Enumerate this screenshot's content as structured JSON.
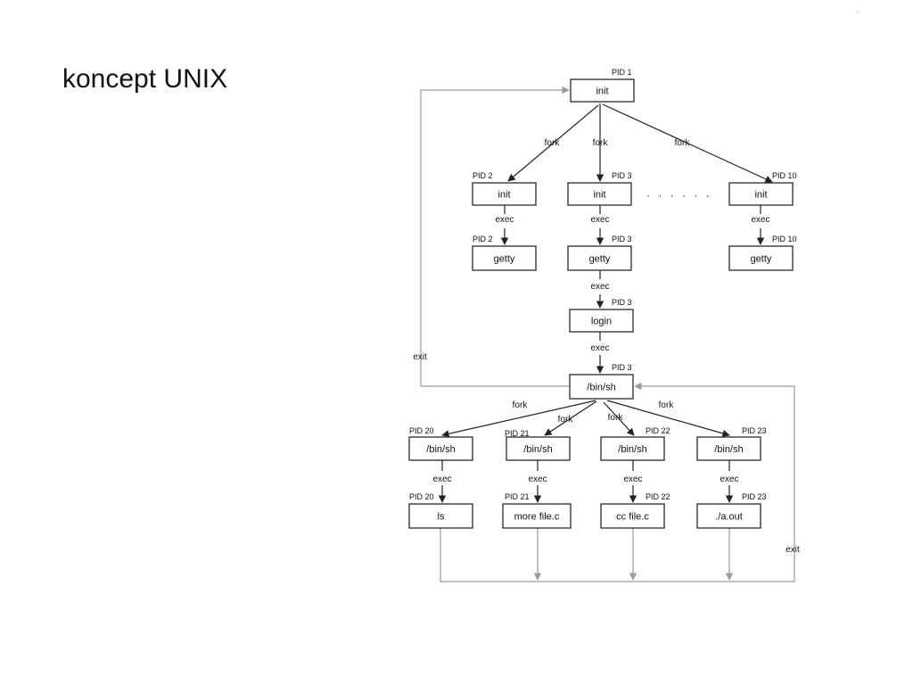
{
  "slide": {
    "title": "koncept UNIX",
    "corner_mark": "-"
  },
  "diagram": {
    "nodes": [
      {
        "id": "init-1",
        "label": "init",
        "pid": "PID 1"
      },
      {
        "id": "init-2",
        "label": "init",
        "pid": "PID 2"
      },
      {
        "id": "init-3",
        "label": "init",
        "pid": "PID 3"
      },
      {
        "id": "init-10",
        "label": "init",
        "pid": "PID 10"
      },
      {
        "id": "getty-2",
        "label": "getty",
        "pid": "PID 2"
      },
      {
        "id": "getty-3",
        "label": "getty",
        "pid": "PID 3"
      },
      {
        "id": "getty-10",
        "label": "getty",
        "pid": "PID 10"
      },
      {
        "id": "login-3",
        "label": "login",
        "pid": "PID 3"
      },
      {
        "id": "sh-3",
        "label": "/bin/sh",
        "pid": "PID 3"
      },
      {
        "id": "sh-20",
        "label": "/bin/sh",
        "pid": "PID 20"
      },
      {
        "id": "sh-21",
        "label": "/bin/sh",
        "pid": "PID 21"
      },
      {
        "id": "sh-22",
        "label": "/bin/sh",
        "pid": "PID 22"
      },
      {
        "id": "sh-23",
        "label": "/bin/sh",
        "pid": "PID 23"
      },
      {
        "id": "ls-20",
        "label": "ls",
        "pid": "PID 20"
      },
      {
        "id": "more-21",
        "label": "more file.c",
        "pid": "PID 21"
      },
      {
        "id": "cc-22",
        "label": "cc file.c",
        "pid": "PID 22"
      },
      {
        "id": "aout-23",
        "label": "./a.out",
        "pid": "PID 23"
      }
    ],
    "edges": [
      {
        "id": "fork-init-2",
        "label": "fork"
      },
      {
        "id": "fork-init-3",
        "label": "fork"
      },
      {
        "id": "fork-init-10",
        "label": "fork"
      },
      {
        "id": "exec-2",
        "label": "exec"
      },
      {
        "id": "exec-3a",
        "label": "exec"
      },
      {
        "id": "exec-10",
        "label": "exec"
      },
      {
        "id": "exec-3b",
        "label": "exec"
      },
      {
        "id": "exec-3c",
        "label": "exec"
      },
      {
        "id": "fork-sh-20",
        "label": "fork"
      },
      {
        "id": "fork-sh-21",
        "label": "fork"
      },
      {
        "id": "fork-sh-22",
        "label": "fork"
      },
      {
        "id": "fork-sh-23",
        "label": "fork"
      },
      {
        "id": "exec-20",
        "label": "exec"
      },
      {
        "id": "exec-21",
        "label": "exec"
      },
      {
        "id": "exec-22",
        "label": "exec"
      },
      {
        "id": "exec-23",
        "label": "exec"
      },
      {
        "id": "exit-left",
        "label": "exit"
      },
      {
        "id": "exit-right",
        "label": "exit"
      }
    ],
    "ellipsis": "· · · · · ·"
  }
}
